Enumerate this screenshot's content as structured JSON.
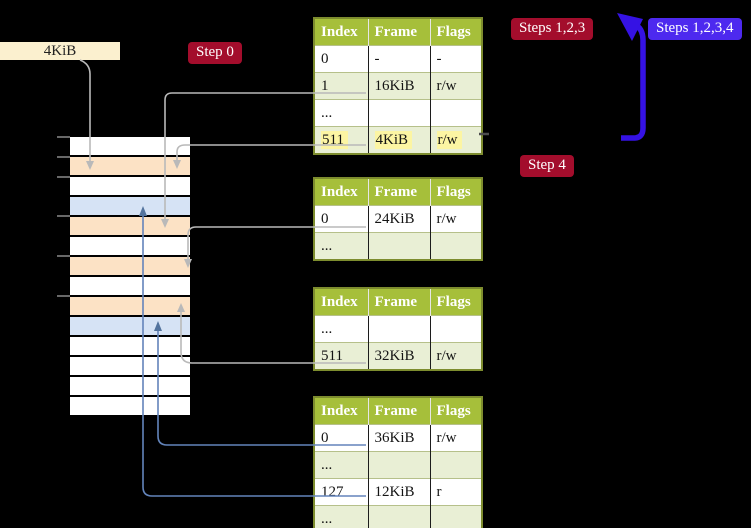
{
  "labels": {
    "frame_size_label": "4KiB",
    "step0": "Step 0",
    "steps123": "Steps 1,2,3",
    "steps1234": "Steps 1,2,3,4",
    "step4": "Step 4"
  },
  "colors": {
    "background": "#000000",
    "badge-red": "#a30d2c",
    "badge-blue": "#4d29ef",
    "loop-arrow-blue": "#3512e4",
    "connector-gray": "#b9b9b9",
    "connector-blue": "#6384bb",
    "connector-blue-head": "#54749e",
    "tick-gray": "#8a8a8a",
    "table-header-green": "#a6bf3a",
    "table-row-green": "#e9efd5",
    "table-border-olive": "#7d8c2e",
    "highlight-yellow": "#fcf5a3",
    "memory-peach": "#fce2c5",
    "memory-blue": "#d6e3f5",
    "frame-label-bg": "#fbf0cf"
  },
  "memory_column": {
    "rows": [
      "white",
      "peach",
      "white",
      "blue",
      "peach",
      "white",
      "peach",
      "white",
      "peach",
      "blue",
      "white",
      "white",
      "white",
      "white"
    ]
  },
  "page_tables": [
    {
      "name": "page-table-1",
      "headers": [
        "Index",
        "Frame",
        "Flags"
      ],
      "rows": [
        {
          "cells": [
            "0",
            "-",
            "-"
          ],
          "shade": "white",
          "highlight": false
        },
        {
          "cells": [
            "1",
            "16KiB",
            "r/w"
          ],
          "shade": "green",
          "highlight": false
        },
        {
          "cells": [
            "...",
            "",
            ""
          ],
          "shade": "white",
          "highlight": false
        },
        {
          "cells": [
            "511",
            "4KiB",
            "r/w"
          ],
          "shade": "green",
          "highlight": true
        }
      ]
    },
    {
      "name": "page-table-2",
      "headers": [
        "Index",
        "Frame",
        "Flags"
      ],
      "rows": [
        {
          "cells": [
            "0",
            "24KiB",
            "r/w"
          ],
          "shade": "white",
          "highlight": false
        },
        {
          "cells": [
            "...",
            "",
            ""
          ],
          "shade": "green",
          "highlight": false
        }
      ]
    },
    {
      "name": "page-table-3",
      "headers": [
        "Index",
        "Frame",
        "Flags"
      ],
      "rows": [
        {
          "cells": [
            "...",
            "",
            ""
          ],
          "shade": "white",
          "highlight": false
        },
        {
          "cells": [
            "511",
            "32KiB",
            "r/w"
          ],
          "shade": "green",
          "highlight": false
        }
      ]
    },
    {
      "name": "page-table-4",
      "headers": [
        "Index",
        "Frame",
        "Flags"
      ],
      "rows": [
        {
          "cells": [
            "0",
            "36KiB",
            "r/w"
          ],
          "shade": "white",
          "highlight": false
        },
        {
          "cells": [
            "...",
            "",
            ""
          ],
          "shade": "green",
          "highlight": false
        },
        {
          "cells": [
            "127",
            "12KiB",
            "r"
          ],
          "shade": "white",
          "highlight": false
        },
        {
          "cells": [
            "...",
            "",
            ""
          ],
          "shade": "green",
          "highlight": false
        }
      ]
    }
  ],
  "connectors": [
    {
      "from": "frame-size-label",
      "to": "memory-frame-4KiB",
      "style": "gray"
    },
    {
      "from": "page-table-1-row-1",
      "to": "memory-frame-16KiB",
      "style": "gray"
    },
    {
      "from": "page-table-1-row-511",
      "to": "memory-frame-4KiB",
      "style": "gray"
    },
    {
      "from": "page-table-2-row-0",
      "to": "memory-frame-24KiB",
      "style": "gray"
    },
    {
      "from": "page-table-3-row-511",
      "to": "memory-frame-32KiB",
      "style": "gray"
    },
    {
      "from": "page-table-4-row-0",
      "to": "memory-frame-36KiB",
      "style": "blue"
    },
    {
      "from": "page-table-4-row-127",
      "to": "memory-frame-12KiB",
      "style": "blue"
    },
    {
      "from": "page-table-1-row-511",
      "to": "page-table-1",
      "style": "thick-blue-loop"
    }
  ]
}
